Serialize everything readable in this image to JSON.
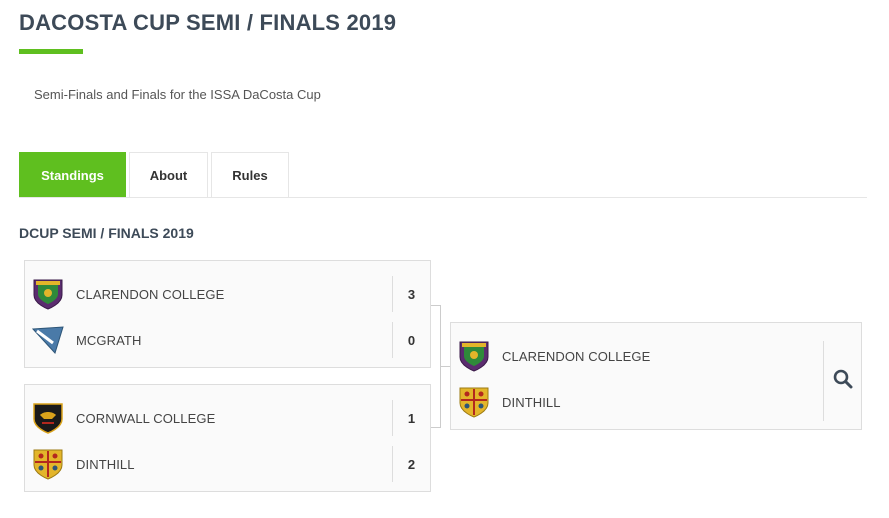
{
  "header": {
    "title": "DACOSTA CUP SEMI / FINALS 2019",
    "subtitle": "Semi-Finals and Finals for the ISSA DaCosta Cup"
  },
  "tabs": [
    {
      "label": "Standings",
      "active": true
    },
    {
      "label": "About",
      "active": false
    },
    {
      "label": "Rules",
      "active": false
    }
  ],
  "bracket": {
    "title": "DCUP SEMI / FINALS 2019",
    "semifinals": [
      {
        "home": {
          "name": "CLARENDON COLLEGE",
          "score": "3",
          "logo": "clarendon-crest"
        },
        "away": {
          "name": "MCGRATH",
          "score": "0",
          "logo": "mcgrath-crest"
        }
      },
      {
        "home": {
          "name": "CORNWALL COLLEGE",
          "score": "1",
          "logo": "cornwall-crest"
        },
        "away": {
          "name": "DINTHILL",
          "score": "2",
          "logo": "dinthill-crest"
        }
      }
    ],
    "final": {
      "home": {
        "name": "CLARENDON COLLEGE",
        "logo": "clarendon-crest"
      },
      "away": {
        "name": "DINTHILL",
        "logo": "dinthill-crest"
      },
      "action_icon": "search-icon"
    }
  },
  "colors": {
    "accent": "#5fbf1f",
    "title": "#3d4a58",
    "clarendon_purple": "#5b2c6f",
    "clarendon_green": "#2f8a3a",
    "mcgrath_blue": "#4a7aa8",
    "cornwall_black": "#1a1a1a",
    "cornwall_gold": "#d9a21b",
    "dinthill_gold": "#e3b52a",
    "dinthill_red": "#b3281e"
  }
}
